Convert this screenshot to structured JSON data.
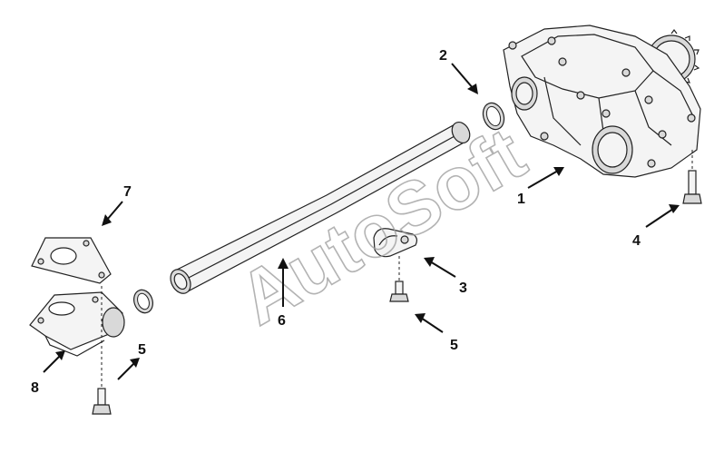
{
  "diagram": {
    "callouts": [
      {
        "id": "c1",
        "label": "1"
      },
      {
        "id": "c2",
        "label": "2"
      },
      {
        "id": "c3",
        "label": "3"
      },
      {
        "id": "c4",
        "label": "4"
      },
      {
        "id": "c5a",
        "label": "5"
      },
      {
        "id": "c5b",
        "label": "5"
      },
      {
        "id": "c6",
        "label": "6"
      },
      {
        "id": "c7",
        "label": "7"
      },
      {
        "id": "c8",
        "label": "8"
      }
    ],
    "watermark": "AutoSoft"
  }
}
